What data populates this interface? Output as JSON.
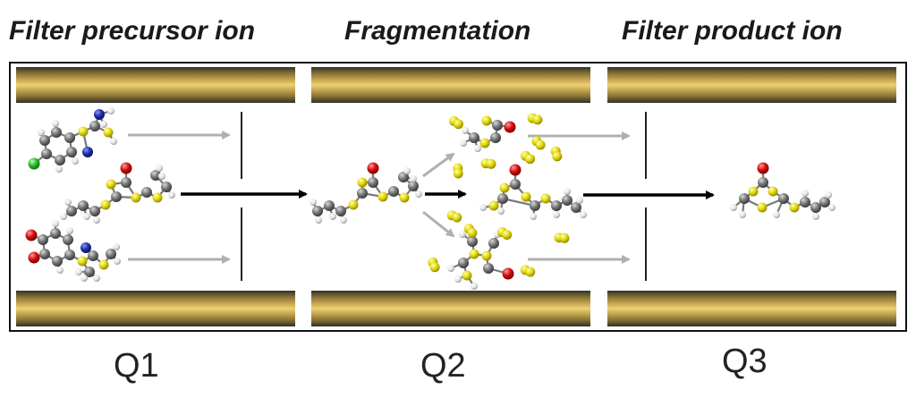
{
  "stages": [
    {
      "id": "q1",
      "title": "Filter precursor ion",
      "label": "Q1"
    },
    {
      "id": "q2",
      "title": "Fragmentation",
      "label": "Q2"
    },
    {
      "id": "q3",
      "title": "Filter product ion",
      "label": "Q3"
    }
  ],
  "colors": {
    "rod_light": "#f0d070",
    "rod_mid": "#c8a23c",
    "rod_dark": "#3a3a3a",
    "carbon": "#6f6f6f",
    "hydrogen": "#f2f2f2",
    "oxygen": "#d40d0d",
    "nitrogen": "#1f2fa8",
    "sulfur": "#e2d90f",
    "chlorine": "#28c028",
    "arrow_main": "#000000",
    "arrow_faded": "#b0b0b0"
  },
  "icons": [
    "molecule-icon",
    "arrow-icon",
    "quadrupole-rod-icon",
    "fragment-icon"
  ]
}
